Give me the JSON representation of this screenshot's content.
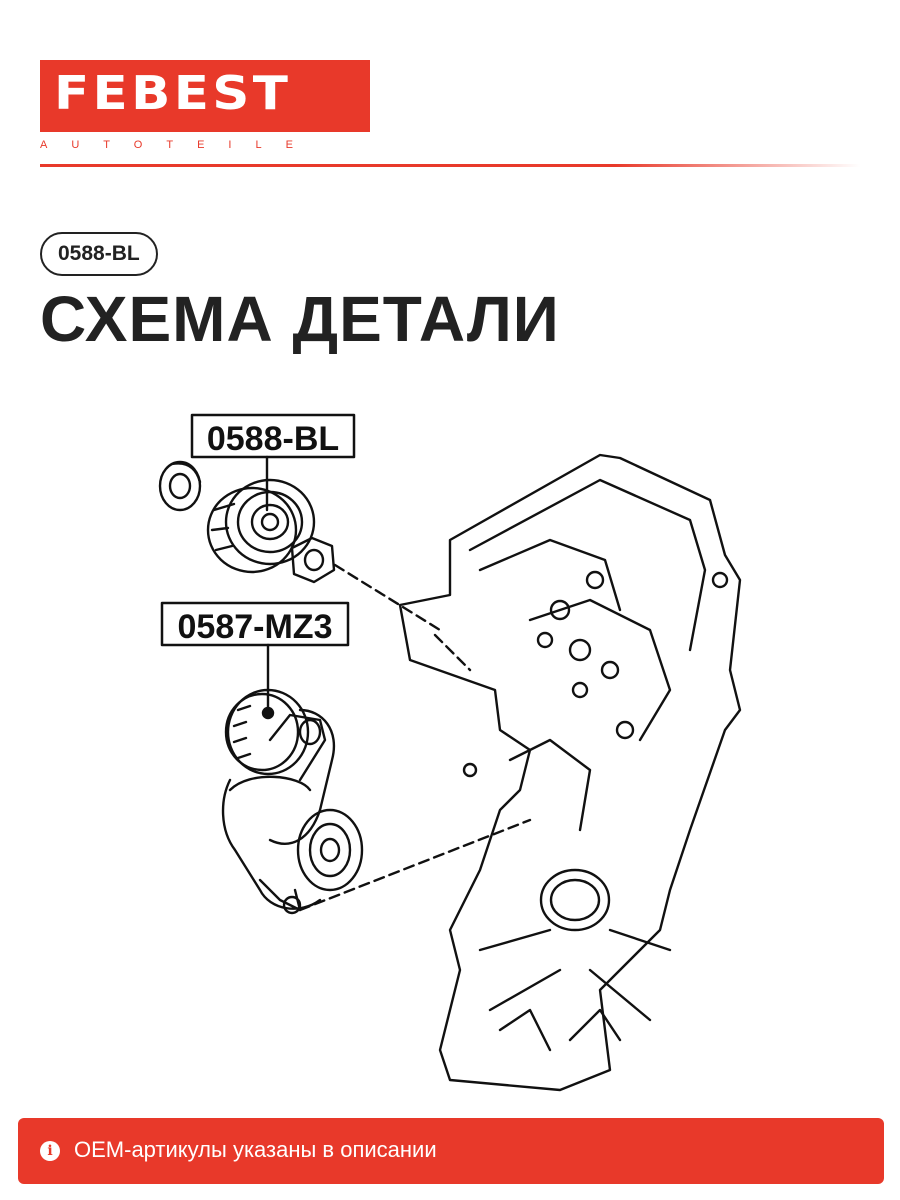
{
  "brand": {
    "name": "FEBEST",
    "tagline": "AUTOTEILE",
    "accent": "#e8392a"
  },
  "badge": {
    "code": "0588-BL"
  },
  "title": "СХЕМА ДЕТАЛИ",
  "diagram": {
    "labels": [
      {
        "code": "0588-BL"
      },
      {
        "code": "0587-MZ3"
      }
    ]
  },
  "footer": {
    "icon": "info-icon",
    "text": "OEM-артикулы указаны в описании"
  }
}
